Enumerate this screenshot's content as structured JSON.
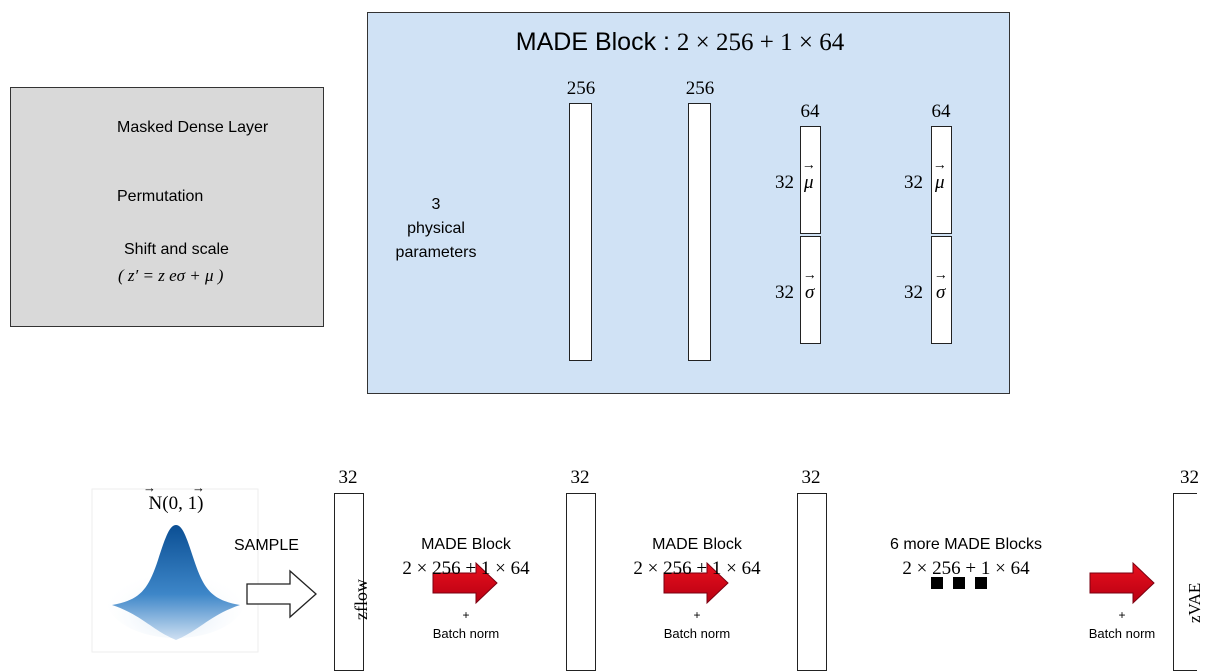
{
  "legend": {
    "masked_dense": "Masked Dense Layer",
    "permutation": "Permutation",
    "shift_scale": "Shift and scale",
    "shift_formula": "( z′ = z eσ + μ )"
  },
  "made": {
    "title_prefix": "MADE Block :",
    "title_formula": "2 × 256  +  1 × 64",
    "input_lines": [
      "3",
      "physical",
      "parameters"
    ],
    "layer_sizes": [
      "256",
      "256",
      "64",
      "64"
    ],
    "half_size": "32",
    "mu_symbol": "μ",
    "sigma_symbol": "σ",
    "arrow": "→"
  },
  "flow": {
    "normal_label": "N(0,  1)",
    "sample_label": "SAMPLE",
    "size_labels": [
      "32",
      "32",
      "32",
      "32"
    ],
    "z_flow": "zflow",
    "z_vae": "zVAE",
    "blocks": [
      {
        "title": "MADE Block",
        "formula": "2 × 256  +  1 × 64"
      },
      {
        "title": "MADE Block",
        "formula": "2 × 256  +  1 × 64"
      },
      {
        "title": "6 more MADE Blocks",
        "formula": "2 × 256  +  1 × 64"
      }
    ],
    "plus": "+",
    "batch_norm": "Batch norm"
  },
  "colors": {
    "dark_arrow": "#404040",
    "blue_arrow": "#4a90d9",
    "red_arrow": "#d0021b",
    "panel_bg": "#d0e2f5",
    "legend_bg": "#d9d9d9"
  }
}
